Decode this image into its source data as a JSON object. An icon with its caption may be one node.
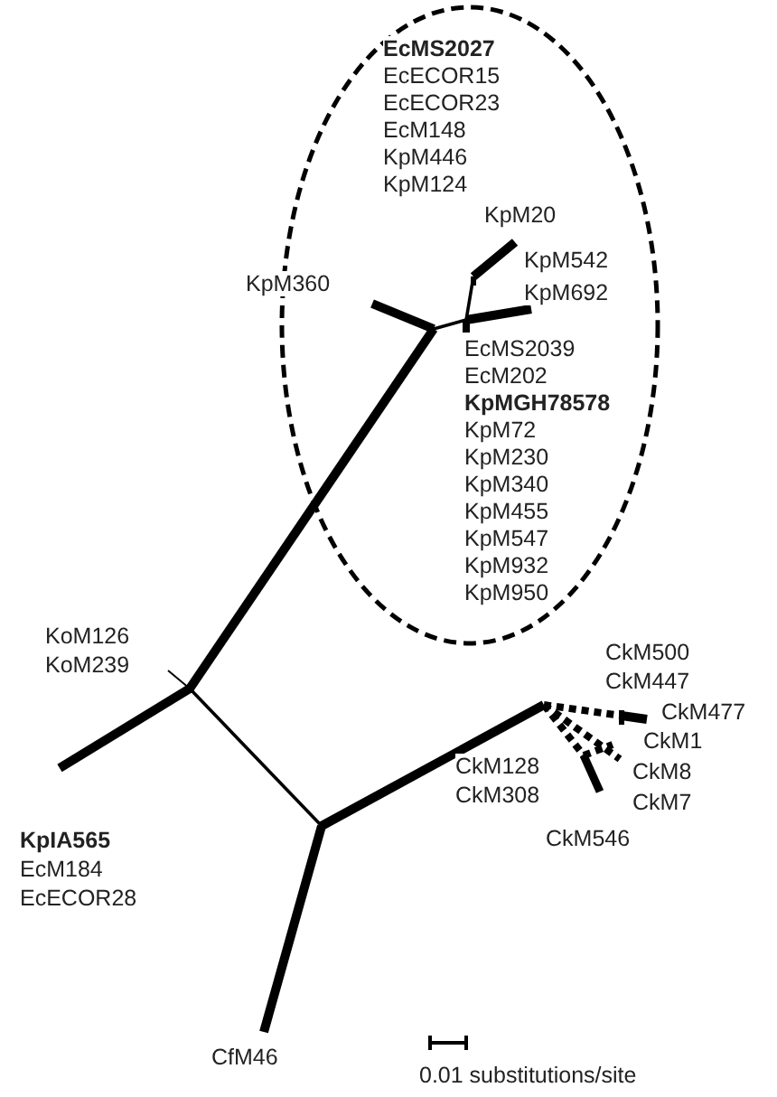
{
  "diagram": {
    "labels": [
      "**EcMS2027**",
      "EcECOR15",
      "EcECOR23",
      "EcM148",
      "KpM446",
      "KpM124",
      "KpM20",
      "KpM542",
      "KpM692",
      "KpM360",
      "EcMS2039",
      "EcM202",
      "**KpMGH78578**",
      "KpM72",
      "KpM230",
      "KpM340",
      "KpM455",
      "KpM547",
      "KpM932",
      "KpM950",
      "KoM126",
      "KoM239",
      "CkM500",
      "CkM447",
      "CkM477",
      "CkM1",
      "CkM128",
      "CkM308",
      "CkM8",
      "CkM7",
      "CkM546",
      "**KpIA565**",
      "EcM184",
      "EcECOR28",
      "CfM46",
      "0.01 substitutions/site"
    ]
  }
}
